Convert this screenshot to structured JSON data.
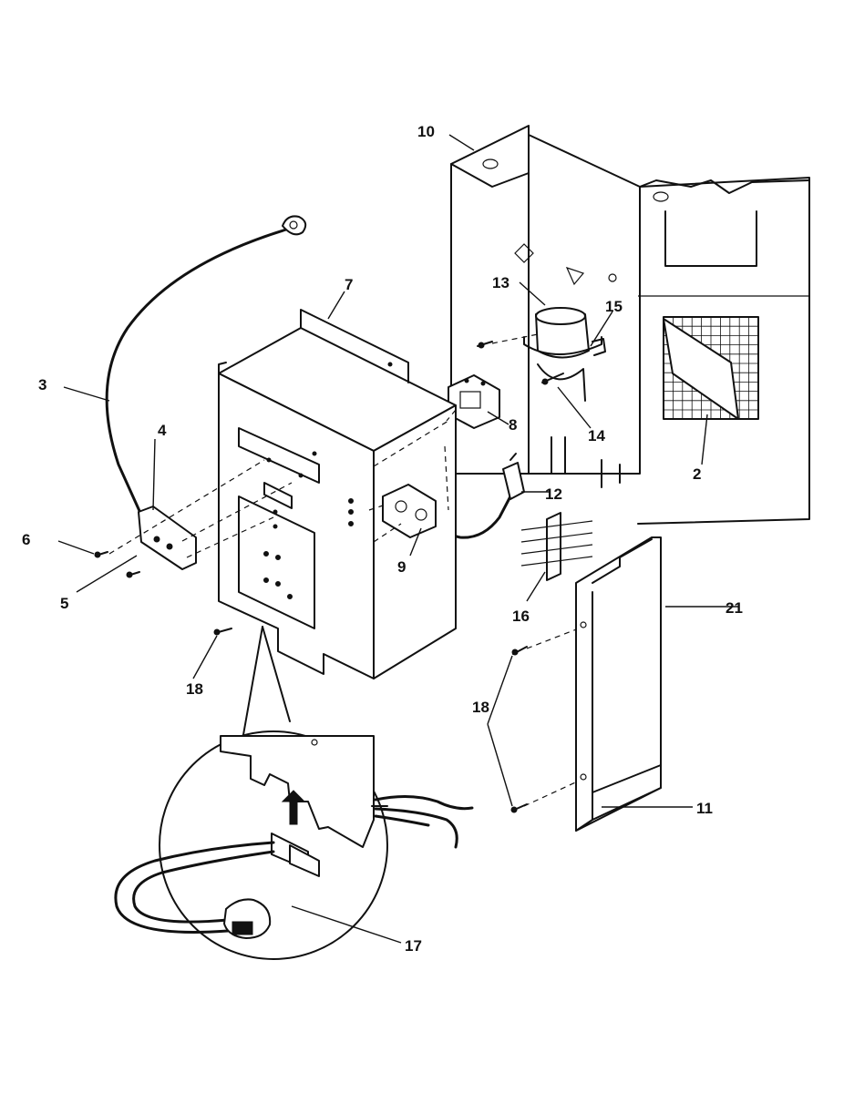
{
  "callouts": {
    "c1": "10",
    "c2": "7",
    "c3": "13",
    "c4": "15",
    "c5": "3",
    "c6": "4",
    "c7": "8",
    "c8": "14",
    "c9": "2",
    "c10": "6",
    "c11": "12",
    "c12": "5",
    "c13": "9",
    "c14": "16",
    "c15": "21",
    "c16": "18",
    "c17": "18",
    "c18": "11",
    "c19": "17"
  }
}
